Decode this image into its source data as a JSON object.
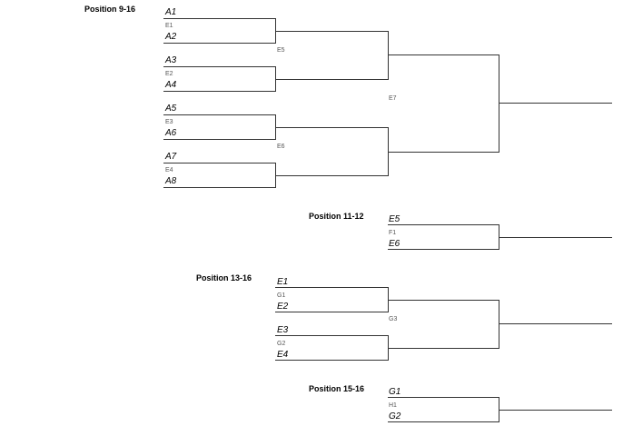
{
  "sections": {
    "s9_16": "Position 9-16",
    "s11_12": "Position 11-12",
    "s13_16": "Position 13-16",
    "s15_16": "Position 15-16"
  },
  "teams": {
    "a1": "A1",
    "a2": "A2",
    "a3": "A3",
    "a4": "A4",
    "a5": "A5",
    "a6": "A6",
    "a7": "A7",
    "a8": "A8",
    "e5_top": "E5",
    "e6_bottom": "E6",
    "e1": "E1",
    "e2": "E2",
    "e3": "E3",
    "e4": "E4",
    "g1": "G1",
    "g2": "G2"
  },
  "matches": {
    "e1": "E1",
    "e2": "E2",
    "e3": "E3",
    "e4": "E4",
    "e5": "E5",
    "e6": "E6",
    "e7": "E7",
    "f1": "F1",
    "g1": "G1",
    "g2": "G2",
    "g3": "G3",
    "h1": "H1"
  },
  "colors": {
    "line": "#333333",
    "text": "#000000",
    "muted": "#555555"
  }
}
